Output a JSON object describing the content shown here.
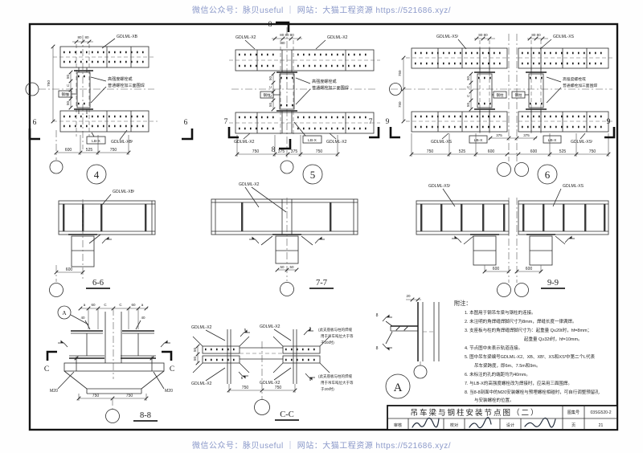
{
  "watermark": {
    "text": "微信公众号：脉贝useful ｜ 网站：大猫工程资源 https://521686.xyz/"
  },
  "d4": {
    "num": "4",
    "cut": "6",
    "dim_top_l": "80",
    "dim_top_r": "80",
    "beam_top": "GDLML-XB",
    "beam_bot": "GDLML-XBᶠ",
    "col": "钢柱",
    "weld1": "高强度螺栓或",
    "weld2": "普通螺栓加三面围焊",
    "lb": "LB-X",
    "dim_left": "750",
    "gauge": [
      "50",
      "C",
      "C",
      "50"
    ],
    "dims_bottom": [
      "600",
      "525",
      "750"
    ]
  },
  "d5": {
    "num": "5",
    "cut_side": "7",
    "cut_vert": "8",
    "dim_top": "80 80 80",
    "dim_top2": "80",
    "beam_tl": "GDLML-X2",
    "beam_tr": "GDLML-X2",
    "beam_bl": "GDLML-X2",
    "beam_br": "GDLML-X2",
    "col": "钢柱",
    "weld1": "高强度螺栓或",
    "weld2": "普通螺栓加三面围焊",
    "lb": "LB-X",
    "gauge": [
      "50",
      "C",
      "C",
      "50"
    ],
    "dims_bottom": [
      "750",
      "375",
      "375",
      "750"
    ]
  },
  "d6": {
    "num": "6",
    "cut_side": "9",
    "dim_top_l": "80 80",
    "dim_top_r": "80 80",
    "beam_tl": "GDLML-XSᶠ",
    "beam_tr": "GDLML-XS",
    "beam_bl": "GDLML-XS",
    "beam_br": "GDLML-XSᶠ",
    "col_l": "钢柱",
    "col_r": "钢柱",
    "weld1": "高强度螺栓或",
    "weld2": "普通螺栓加三面围焊",
    "lb_l": "LB-X",
    "lb_r": "LB-X",
    "gauge": [
      "50",
      "C",
      "C",
      "50"
    ],
    "dim_left": [
      "750",
      "750"
    ],
    "dims_mid": [
      "375",
      "375"
    ],
    "dims_bottom": [
      "750",
      "525",
      "600",
      "600",
      "525",
      "750"
    ]
  },
  "s66": {
    "title": "6-6",
    "label": "GDLML-XBᶠ",
    "dim": "600"
  },
  "s77": {
    "title": "7-7",
    "label": "GDLML-X2",
    "dims": [
      "50",
      "50"
    ]
  },
  "s99": {
    "title": "9-9",
    "label_l": "GDLML-XSᶠ",
    "label_r": "GDLML-XS",
    "dims": [
      "600",
      "600"
    ]
  },
  "s88": {
    "title": "8-8",
    "bubble": "A",
    "dims_top": [
      "a",
      "60",
      "C",
      "C",
      "60",
      "a"
    ],
    "dim40": "40",
    "cut": "C",
    "m20": "M20",
    "dims_bottom": [
      "750",
      "750"
    ]
  },
  "scc": {
    "title": "C-C",
    "label": "GDLML-X2",
    "weld": "5",
    "dims_left": [
      "50",
      "50"
    ],
    "dims_bottom": [
      "750",
      "750"
    ],
    "note": [
      "(此支座板与柱的焊缝",
      "用于吊车吨位大于等",
      "于20t时)"
    ]
  },
  "sA": {
    "bubble": "A",
    "dim": "20",
    "weld": "8"
  },
  "notes": {
    "title": "附注：",
    "items": [
      {
        "lines": [
          "1. 本图用于钢吊车梁与钢柱的连接。"
        ]
      },
      {
        "lines": [
          "2. 未注明的角焊缝焊脚尺寸为8mm，焊缝长度一律满焊。"
        ]
      },
      {
        "lines": [
          "3. 支座板与柱的角焊缝焊脚尺寸为：起重量 Q≤20t时，hf=8mm；",
          "起重量 Q≥32t时，hf=10mm。"
        ]
      },
      {
        "lines": [
          "4. 节点图中未表示轨道连接。"
        ]
      },
      {
        "lines": [
          "5. 图中吊车梁编号GDLML-X2、XB、XBᶠ、XS和XSᶠ中第二个L代表",
          "吊车梁跨度，即6m、7.5m和9m。"
        ]
      },
      {
        "lines": [
          "6. 未标注的孔的端距均为40mm。"
        ]
      },
      {
        "lines": [
          "7. 与LB-X的高强度螺栓改为焊接时，应采用三面围焊。"
        ]
      },
      {
        "lines": [
          "8. 当8-8剖面中的M20安装螺栓与预埋螺栓相碰时，可自行调整预留孔",
          "与安装螺栓的位置。"
        ]
      }
    ]
  },
  "titleblock": {
    "title": "吊车梁与钢柱安装节点图（二）",
    "atlas_label": "图集号",
    "atlas_no": "03SG520-2",
    "review": "审核",
    "check": "校对",
    "design": "设计",
    "page_label": "页",
    "page": "21"
  }
}
